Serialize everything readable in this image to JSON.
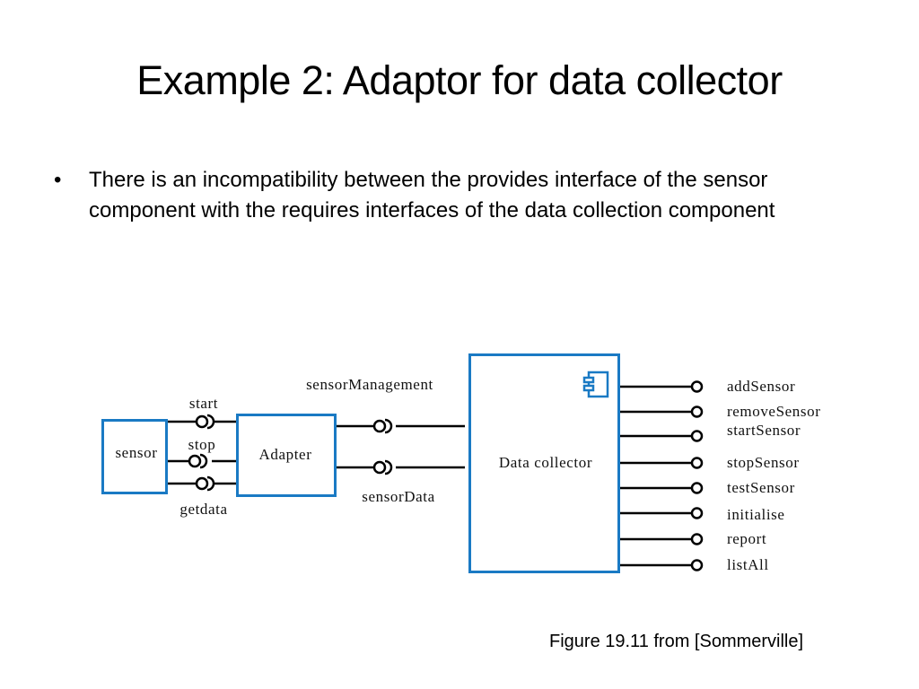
{
  "slide": {
    "title": "Example 2: Adaptor for data collector",
    "bullets": [
      {
        "marker": "•",
        "text": "There is an incompatibility between the provides interface of the sensor component with the requires interfaces of the data collection component"
      }
    ],
    "caption": "Figure 19.11 from [Sommerville]"
  },
  "diagram": {
    "colors": {
      "box_border": "#1a7ac4",
      "line": "#000000",
      "text": "#111111"
    },
    "components": {
      "sensor": {
        "label": "sensor"
      },
      "adapter": {
        "label": "Adapter"
      },
      "data_collector": {
        "label": "Data collector",
        "icon": "component-icon"
      }
    },
    "sensor_adapter_interfaces": [
      {
        "label": "start"
      },
      {
        "label": "stop"
      },
      {
        "label": "getdata"
      }
    ],
    "adapter_collector_interfaces": [
      {
        "label": "sensorManagement"
      },
      {
        "label": "sensorData"
      }
    ],
    "provided_interfaces": [
      {
        "label": "addSensor"
      },
      {
        "label": "removeSensor"
      },
      {
        "label": "startSensor"
      },
      {
        "label": "stopSensor"
      },
      {
        "label": "testSensor"
      },
      {
        "label": "initialise"
      },
      {
        "label": "report"
      },
      {
        "label": "listAll"
      }
    ]
  }
}
